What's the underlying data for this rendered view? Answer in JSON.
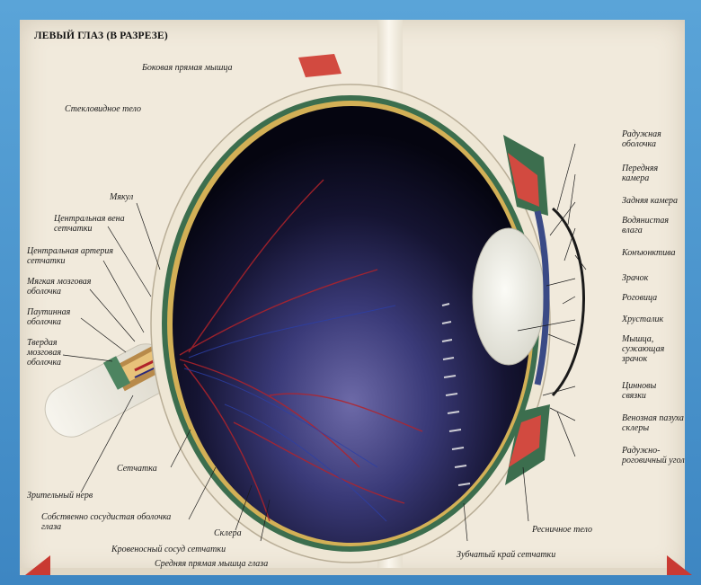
{
  "title": "ЛЕВЫЙ ГЛАЗ (В РАЗРЕЗЕ)",
  "labels": {
    "top_muscle": "Боковая прямая мышца",
    "vitreous": "Стекловидное тело",
    "macula": "Мякул",
    "central_vein": "Центральная вена сетчатки",
    "central_artery": "Центральная артерия сетчатки",
    "soft_meninges": "Мягкая мозговая оболочка",
    "arachnoid": "Паутинная оболочка",
    "hard_meninges": "Твердая мозговая оболочка",
    "retina": "Сетчатка",
    "optic_nerve": "Зрительный нерв",
    "choroid": "Собственно сосудистая оболочка глаза",
    "sclera": "Склера",
    "retinal_vessel": "Кровеносный сосуд сетчатки",
    "bottom_muscle": "Средняя прямая мышца глаза",
    "iris": "Радужная оболочка",
    "anterior_chamber": "Передняя камера",
    "posterior_chamber": "Задняя камера",
    "aqueous": "Водянистая влага",
    "conjunctiva": "Конъюнктива",
    "pupil": "Зрачок",
    "cornea": "Роговица",
    "lens": "Хрусталик",
    "sphincter": "Мышца, сужающая зрачок",
    "zonule": "Цинновы связки",
    "scleral_vein": "Венозная пазуха склеры",
    "ciliary_angle": "Радужно-роговичный угол",
    "ciliary_body": "Ресничное тело",
    "ora_serrata": "Зубчатый край сетчатки"
  },
  "colors": {
    "sheet": "#f1eadc",
    "globe_interior": "#0b0a1c",
    "muscle": "#d24a40",
    "sclera": "#eee6d4",
    "choroid": "#3c6e4e",
    "frame": "#4f97cf"
  }
}
